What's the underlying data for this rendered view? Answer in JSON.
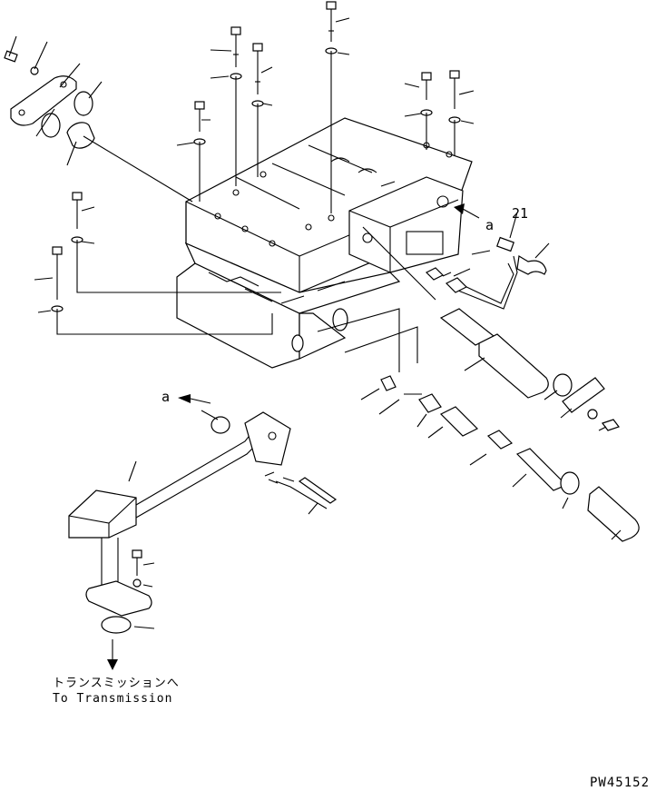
{
  "diagram": {
    "callout_index": "21",
    "view_marker_top": "a",
    "view_marker_left": "a",
    "note_jp": "トランスミッションへ",
    "note_en": "To Transmission",
    "drawing_code": "PW45152"
  }
}
